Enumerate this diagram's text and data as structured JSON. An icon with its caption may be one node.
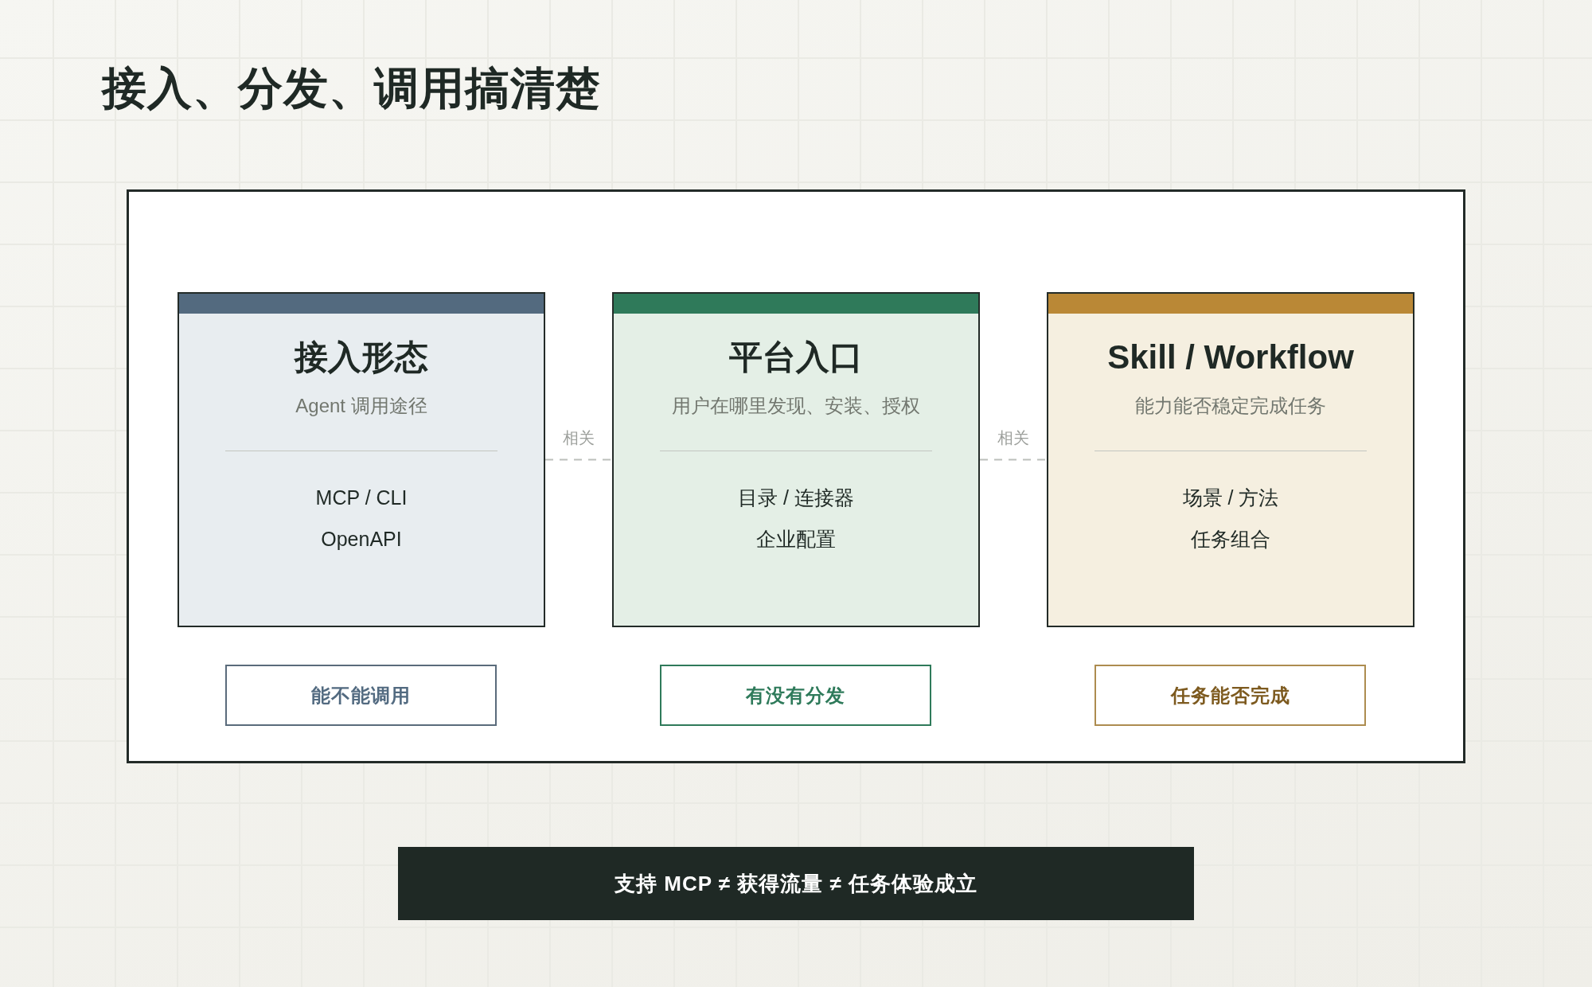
{
  "diagram": {
    "title": "接入、分发、调用搞清楚",
    "nodes": [
      {
        "text": [],
        "shape": "box"
      },
      {
        "text": [
          "接入形态",
          "Agent 调用途径",
          "MCP / CLI",
          "OpenAPI"
        ],
        "in": 0
      },
      {
        "text": [
          "平台入口",
          "用户在哪里发现、安装、授权",
          "目录 / 连接器",
          "企业配置"
        ],
        "in": 0
      },
      {
        "text": [
          "Skill / Workflow",
          "能力能否稳定完成任务",
          "场景 / 方法",
          "任务组合"
        ],
        "in": 0
      },
      {
        "text": [
          "能不能调用"
        ],
        "in": 0
      },
      {
        "text": [
          "有没有分发"
        ],
        "in": 0
      },
      {
        "text": [
          "任务能否完成"
        ],
        "in": 0
      },
      {
        "text": [
          "支持 MCP ≠ 获得流量 ≠ 任务体验成立"
        ]
      }
    ],
    "edges": [
      {
        "from": 1,
        "to": 2,
        "arrow": "none",
        "style": "dashed",
        "label": "相关"
      },
      {
        "from": 2,
        "to": 3,
        "arrow": "none",
        "style": "dashed",
        "label": "相关"
      }
    ]
  }
}
